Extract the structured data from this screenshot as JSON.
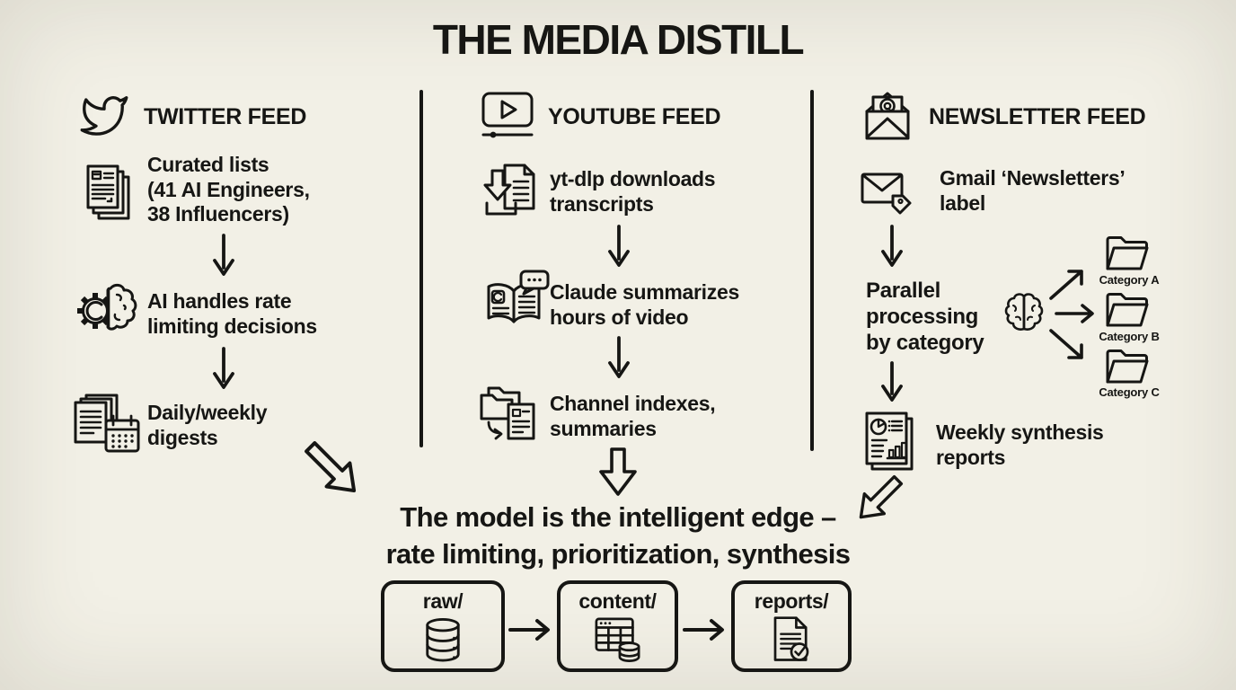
{
  "title": "THE MEDIA DISTILL",
  "columns": [
    {
      "heading": "TWITTER FEED",
      "icon": "twitter-bird-icon",
      "items": [
        {
          "icon": "stacked-documents-icon",
          "text": "Curated lists\n(41 AI Engineers,\n38 Influencers)"
        },
        {
          "icon": "gear-brain-icon",
          "text": "AI handles rate\nlimiting decisions"
        },
        {
          "icon": "documents-calendar-icon",
          "text": "Daily/weekly\ndigests"
        }
      ]
    },
    {
      "heading": "YOUTUBE FEED",
      "icon": "video-player-icon",
      "items": [
        {
          "icon": "download-transcript-icon",
          "text": "yt-dlp downloads\ntranscripts"
        },
        {
          "icon": "open-book-chat-icon",
          "text": "Claude summarizes\nhours of video"
        },
        {
          "icon": "folders-document-icon",
          "text": "Channel indexes,\nsummaries"
        }
      ]
    },
    {
      "heading": "NEWSLETTER FEED",
      "icon": "open-envelope-at-icon",
      "items": [
        {
          "icon": "envelope-tag-icon",
          "text": "Gmail ‘Newsletters’\nlabel"
        },
        {
          "icon": "brain-icon",
          "text": "Parallel\nprocessing\nby category"
        },
        {
          "icon": "report-charts-icon",
          "text": "Weekly synthesis\nreports"
        }
      ],
      "categories": [
        {
          "icon": "folder-icon",
          "label": "Category A"
        },
        {
          "icon": "folder-icon",
          "label": "Category B"
        },
        {
          "icon": "folder-icon",
          "label": "Category C"
        }
      ]
    }
  ],
  "footer": {
    "heading": "The model is the intelligent edge –\nrate limiting, prioritization, synthesis",
    "pipeline": [
      {
        "label": "raw/",
        "icon": "database-icon"
      },
      {
        "label": "content/",
        "icon": "table-database-icon"
      },
      {
        "label": "reports/",
        "icon": "document-check-icon"
      }
    ]
  },
  "colors": {
    "background": "#f2f0e6",
    "ink": "#161614"
  }
}
